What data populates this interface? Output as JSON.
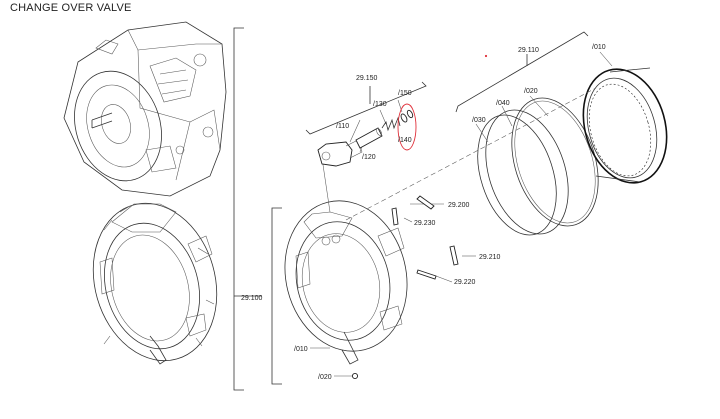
{
  "title": "CHANGE OVER VALVE",
  "colors": {
    "highlight": "#e0303a",
    "line": "#333333",
    "background": "#ffffff"
  },
  "labels": {
    "l_29_150": "29.150",
    "l_150": "/150",
    "l_130": "/130",
    "l_110": "/110",
    "l_120": "/120",
    "l_140": "/140",
    "l_29_110": "29.110",
    "l_010_top": "/010",
    "l_020_top": "/020",
    "l_030": "/030",
    "l_040": "/040",
    "l_29_200": "29.200",
    "l_29_230": "29.230",
    "l_29_210": "29.210",
    "l_29_220": "29.220",
    "l_29_100": "29.100",
    "l_010_bottom": "/010",
    "l_020_bottom": "/020"
  }
}
